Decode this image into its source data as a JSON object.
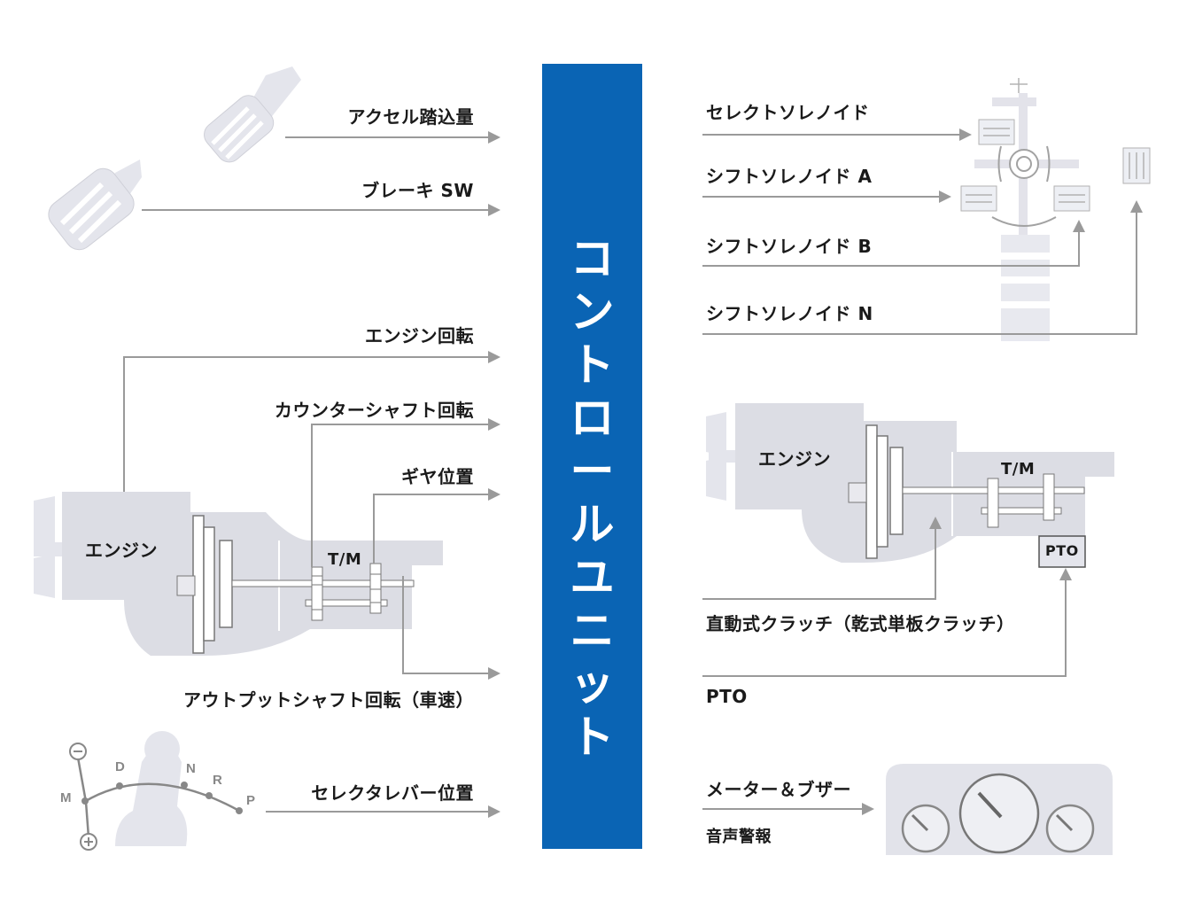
{
  "control_unit": {
    "title_chars": [
      "コ",
      "ン",
      "ト",
      "ロ",
      "ー",
      "ル",
      "ユ",
      "ニ",
      "ッ",
      "ト"
    ]
  },
  "inputs": {
    "accel": "アクセル踏込量",
    "brake": "ブレーキ SW",
    "engine_rpm": "エンジン回転",
    "counter_shaft": "カウンターシャフト回転",
    "gear_pos": "ギヤ位置",
    "output_shaft": "アウトプットシャフト回転（車速）",
    "selector_lever": "セレクタレバー位置"
  },
  "outputs": {
    "select_solenoid": "セレクトソレノイド",
    "shift_a": "シフトソレノイド A",
    "shift_b": "シフトソレノイド B",
    "shift_n": "シフトソレノイド N",
    "clutch": "直動式クラッチ（乾式単板クラッチ）",
    "pto": "PTO",
    "meter": "メーター＆ブザー",
    "voice": "音声警報"
  },
  "engine_left": {
    "engine": "エンジン",
    "tm": "T/M"
  },
  "engine_right": {
    "engine": "エンジン",
    "tm": "T/M",
    "pto": "PTO"
  },
  "lever_positions": [
    "M",
    "D",
    "N",
    "R",
    "P"
  ],
  "colors": {
    "unit_blue": "#0a64b4",
    "arrow_gray": "#999999",
    "part_gray": "#d9d9e0"
  }
}
